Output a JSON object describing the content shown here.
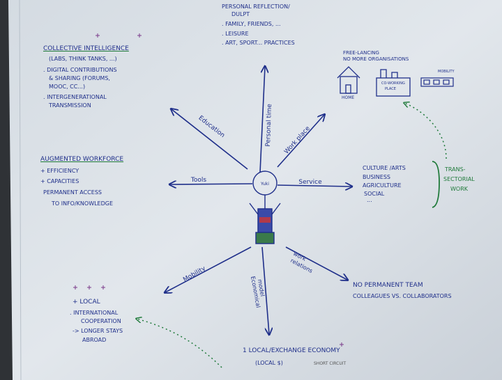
{
  "center": {
    "head_label": "Yuki"
  },
  "top": {
    "lines": [
      "Personal reflection/",
      "dulpt",
      ". family, friends, ...",
      ". leisure",
      ". art, sport... practices"
    ],
    "arrow_label": "Personal time"
  },
  "work_place": {
    "arrow_label": "Work place",
    "header": [
      "Free-lancing",
      "no more organisations"
    ],
    "home": "Home",
    "coworking": [
      "Co-working",
      "place"
    ],
    "mobility": "Mobility"
  },
  "education": {
    "arrow_label": "Education",
    "lines": [
      "Collective intelligence",
      "(labs, think tanks, ...)",
      ". digital contributions",
      "& sharing (forums,",
      "mooc, cc...)",
      ". intergenerational",
      "transmission"
    ]
  },
  "tools": {
    "arrow_label": "Tools",
    "lines": [
      "Augmented workforce",
      "+ efficiency",
      "+ capacities",
      "permanent access",
      "to info/knowledge"
    ]
  },
  "service": {
    "arrow_label": "Service",
    "lines": [
      "Culture /arts",
      "business",
      "agriculture",
      "social",
      "..."
    ],
    "bracket_label": [
      "Trans-",
      "sectorial",
      "work"
    ]
  },
  "work_relations": {
    "arrow_label": [
      "work",
      "relations"
    ],
    "lines": [
      "No permanent team",
      "colleagues vs. collaborators"
    ]
  },
  "mobility": {
    "arrow_label": "Mobility",
    "lines": [
      "+ local",
      ". international",
      "cooperation",
      "-> longer stays",
      "abroad"
    ]
  },
  "economical": {
    "arrow_label": [
      "Economical",
      "model"
    ],
    "lines": [
      "1 local/exchange economy",
      "(local $)"
    ],
    "note": "short circuit"
  }
}
